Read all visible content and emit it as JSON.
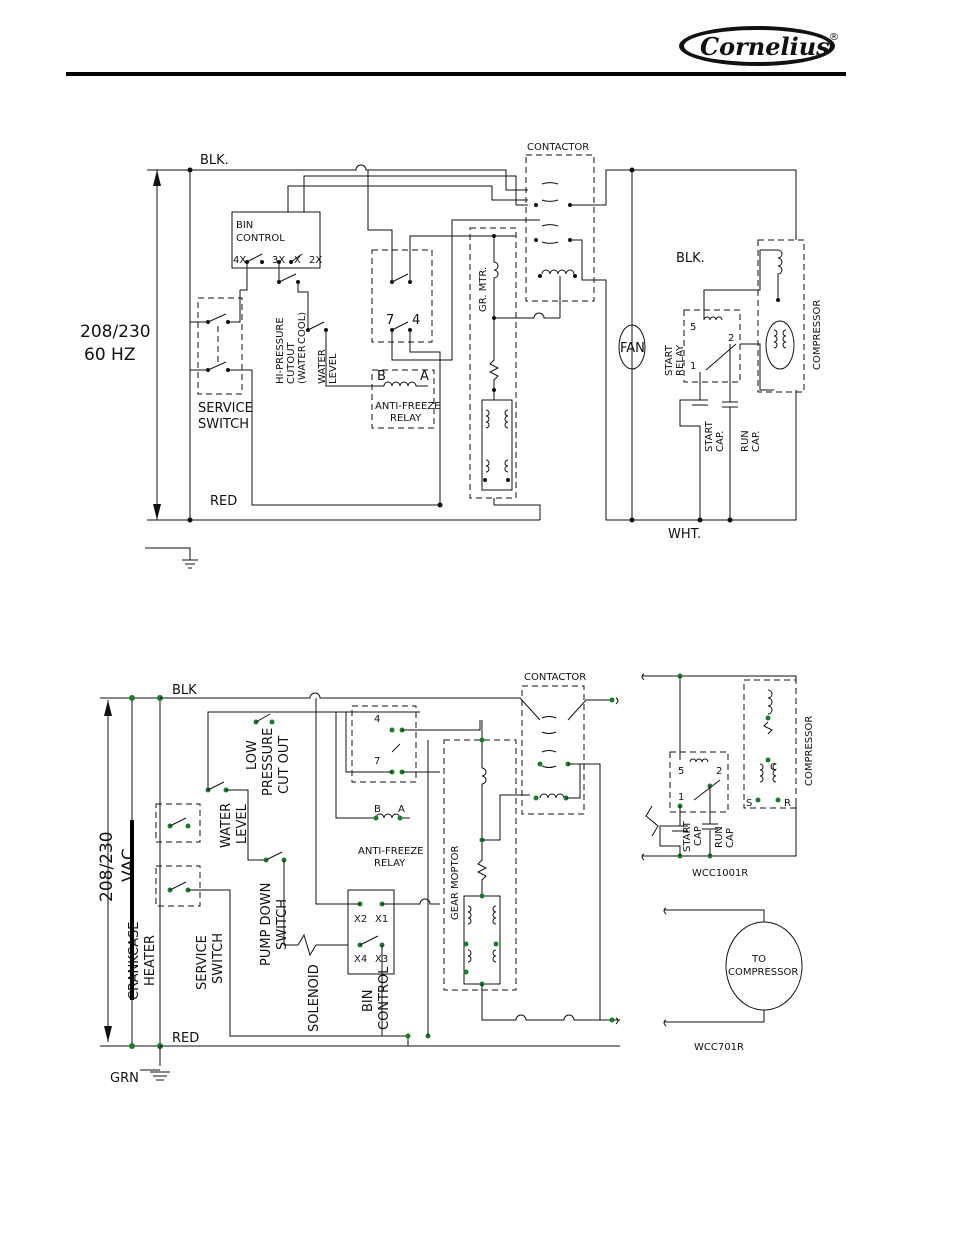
{
  "header": {
    "logo_text": "Cornelius",
    "logo_registered": "®"
  },
  "diagram1": {
    "line_blk": "BLK.",
    "line_red": "RED",
    "line_wht": "WHT.",
    "voltage": "208/230",
    "frequency": "60  HZ",
    "bin_control": [
      "BIN",
      "CONTROL"
    ],
    "bin_terminals": [
      "4X",
      "3X",
      "X",
      "2X"
    ],
    "hi_pressure": [
      "HI-PRESSURE",
      "CUTOUT",
      "(WATER",
      "COOL)"
    ],
    "water_level": [
      "WATER",
      "LEVEL"
    ],
    "service_switch": [
      "SERVICE",
      "SWITCH"
    ],
    "relay_terminals": [
      "7",
      "4"
    ],
    "relay_coil": [
      "B",
      "A"
    ],
    "anti_freeze_relay": [
      "ANTI-FREEZE",
      "RELAY"
    ],
    "gear_motor": "GR. MTR.",
    "contactor": "CONTACTOR",
    "fan": "FAN",
    "blk_label": "BLK.",
    "start_relay": [
      "START",
      "RELAY"
    ],
    "start_relay_terminals": [
      "5",
      "1",
      "2"
    ],
    "start_cap": [
      "START",
      "CAP."
    ],
    "run_cap": [
      "RUN",
      "CAP."
    ],
    "compressor": "COMPRESSOR"
  },
  "diagram2": {
    "line_blk": "BLK",
    "line_red": "RED",
    "line_grn": "GRN",
    "voltage": "208/230",
    "vac": "VAC",
    "crankcase": [
      "CRANKCASE",
      "HEATER"
    ],
    "service_switch": [
      "SERVICE",
      "SWITCH"
    ],
    "water_level": [
      "WATER",
      "LEVEL"
    ],
    "low_pressure": [
      "LOW",
      "PRESSURE",
      "CUT OUT"
    ],
    "pump_down": [
      "PUMP DOWN",
      "SWITCH"
    ],
    "solenoid": "SOLENOID",
    "bin_control": [
      "BIN",
      "CONTROL"
    ],
    "bin_terminals": [
      "X2",
      "X1",
      "X4",
      "X3"
    ],
    "relay_terminals": [
      "4",
      "7"
    ],
    "relay_coil": [
      "B",
      "A"
    ],
    "anti_freeze_relay": [
      "ANTI-FREEZE",
      "RELAY"
    ],
    "gear_motor": "GEAR MOPTOR",
    "contactor": "CONTACTOR",
    "start_relay_terminals": [
      "5",
      "1",
      "2"
    ],
    "start_cap": [
      "START",
      "CAP"
    ],
    "run_cap": [
      "RUN",
      "CAP"
    ],
    "compressor": "COMPRESSOR",
    "compressor_terminals": [
      "S",
      "C",
      "R"
    ],
    "model_a": "WCC1001R",
    "to_compressor": [
      "TO",
      "COMPRESSOR"
    ],
    "model_b": "WCC701R"
  }
}
